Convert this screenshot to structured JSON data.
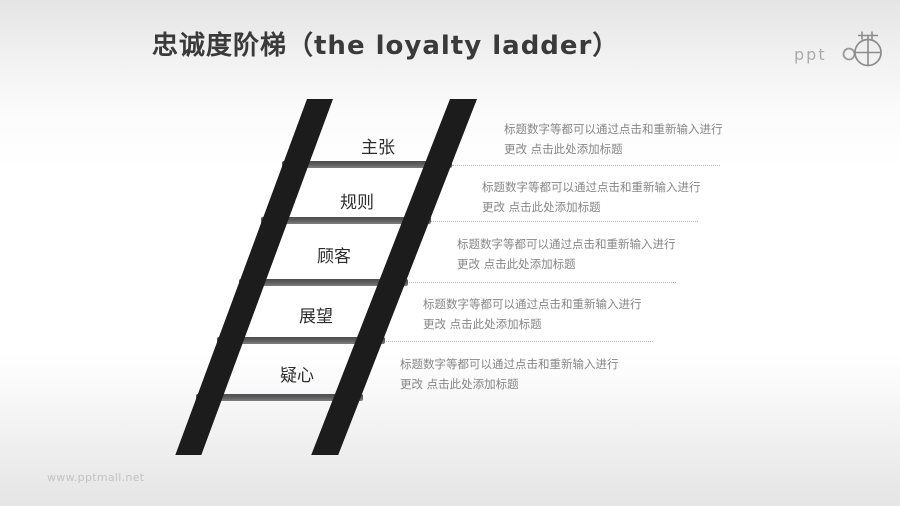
{
  "slide": {
    "title": "忠诚度阶梯（the loyalty ladder）",
    "watermark": "www.pptmall.net",
    "logo": {
      "text": "ppt",
      "icon": "pptmall-circle-crosshair"
    }
  },
  "ladder": {
    "steps": [
      {
        "label": "主张",
        "desc_line1": "标题数字等都可以通过点击和重新输入进行",
        "desc_line2": "更改 点击此处添加标题"
      },
      {
        "label": "规则",
        "desc_line1": "标题数字等都可以通过点击和重新输入进行",
        "desc_line2": "更改 点击此处添加标题"
      },
      {
        "label": "顾客",
        "desc_line1": "标题数字等都可以通过点击和重新输入进行",
        "desc_line2": "更改 点击此处添加标题"
      },
      {
        "label": "展望",
        "desc_line1": "标题数字等都可以通过点击和重新输入进行",
        "desc_line2": "更改 点击此处添加标题"
      },
      {
        "label": "疑心",
        "desc_line1": "标题数字等都可以通过点击和重新输入进行",
        "desc_line2": "更改 点击此处添加标题"
      }
    ]
  },
  "colors": {
    "title": "#3a3a3a",
    "rail": "#1c1c1c",
    "rung_top": "#4f4f51",
    "rung_bottom": "#7e7e80",
    "step_label": "#2d2d2d",
    "desc_text": "#878787",
    "dotted_line": "#b3b3b3",
    "watermark": "#c3c3c3",
    "logo": "#9a9a9a"
  }
}
